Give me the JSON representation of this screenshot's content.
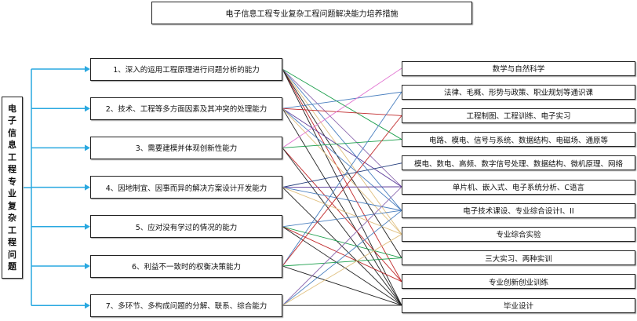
{
  "title": "电子信息工程专业复杂工程问题解决能力培养措施",
  "root": "电子信息工程专业复杂工程问题",
  "abilities": [
    "1、深入的运用工程原理进行问题分析的能力",
    "2、技术、工程等多方面因素及其冲突的处理能力",
    "3、需要建模并体现创新性能力",
    "4、因地制宜、因事而异的解决方案设计开发能力",
    "5、应对没有学过的情况的能力",
    "6、利益不一致时的权衡决策能力",
    "7、多环节、多构成问题的分解、联系、综合能力"
  ],
  "courses": [
    "数学与自然科学",
    "法律、毛概、形势与政策、职业规划等通识课",
    "工程制图、工程训练、电子实习",
    "电路、模电、信号与系统、数据结构、电磁场、通原等",
    "模电、数电、高频、数字信号处理、数据结构、微机原理、网络",
    "单片机、嵌入式、电子系统分析、C语言",
    "电子技术课设、专业综合设计I、II",
    "专业综合实验",
    "三大实习、两种实训",
    "专业创新创业训练",
    "毕业设计"
  ],
  "colors": {
    "arrow": "#29a8e0"
  },
  "connections": [
    [
      0,
      3,
      "#1a9e4a"
    ],
    [
      0,
      5,
      "#8e6bb0"
    ],
    [
      0,
      6,
      "#4a7fbf"
    ],
    [
      0,
      7,
      "#e0c080"
    ],
    [
      0,
      9,
      "#c0282a"
    ],
    [
      0,
      10,
      "#222222"
    ],
    [
      0,
      8,
      "#222222"
    ],
    [
      1,
      1,
      "#4a7fbf"
    ],
    [
      1,
      2,
      "#c0282a"
    ],
    [
      1,
      5,
      "#5b3a99"
    ],
    [
      1,
      6,
      "#4a7fbf"
    ],
    [
      1,
      7,
      "#e0c080"
    ],
    [
      1,
      10,
      "#222222"
    ],
    [
      2,
      0,
      "#e070d0"
    ],
    [
      2,
      3,
      "#1a9e4a"
    ],
    [
      2,
      9,
      "#c0282a"
    ],
    [
      2,
      10,
      "#222222"
    ],
    [
      3,
      4,
      "#1f3a7a"
    ],
    [
      3,
      5,
      "#5b3a99"
    ],
    [
      3,
      6,
      "#4a7fbf"
    ],
    [
      3,
      7,
      "#e0c080"
    ],
    [
      3,
      10,
      "#222222"
    ],
    [
      4,
      6,
      "#4a7fbf"
    ],
    [
      4,
      8,
      "#1a9e4a"
    ],
    [
      4,
      9,
      "#c0282a"
    ],
    [
      4,
      10,
      "#222222"
    ],
    [
      5,
      1,
      "#4a7fbf"
    ],
    [
      5,
      2,
      "#c0282a"
    ],
    [
      5,
      8,
      "#1a9e4a"
    ],
    [
      5,
      10,
      "#222222"
    ],
    [
      6,
      5,
      "#8e6bb0"
    ],
    [
      6,
      6,
      "#4a7fbf"
    ],
    [
      6,
      7,
      "#e0c080"
    ],
    [
      6,
      10,
      "#222222"
    ]
  ]
}
